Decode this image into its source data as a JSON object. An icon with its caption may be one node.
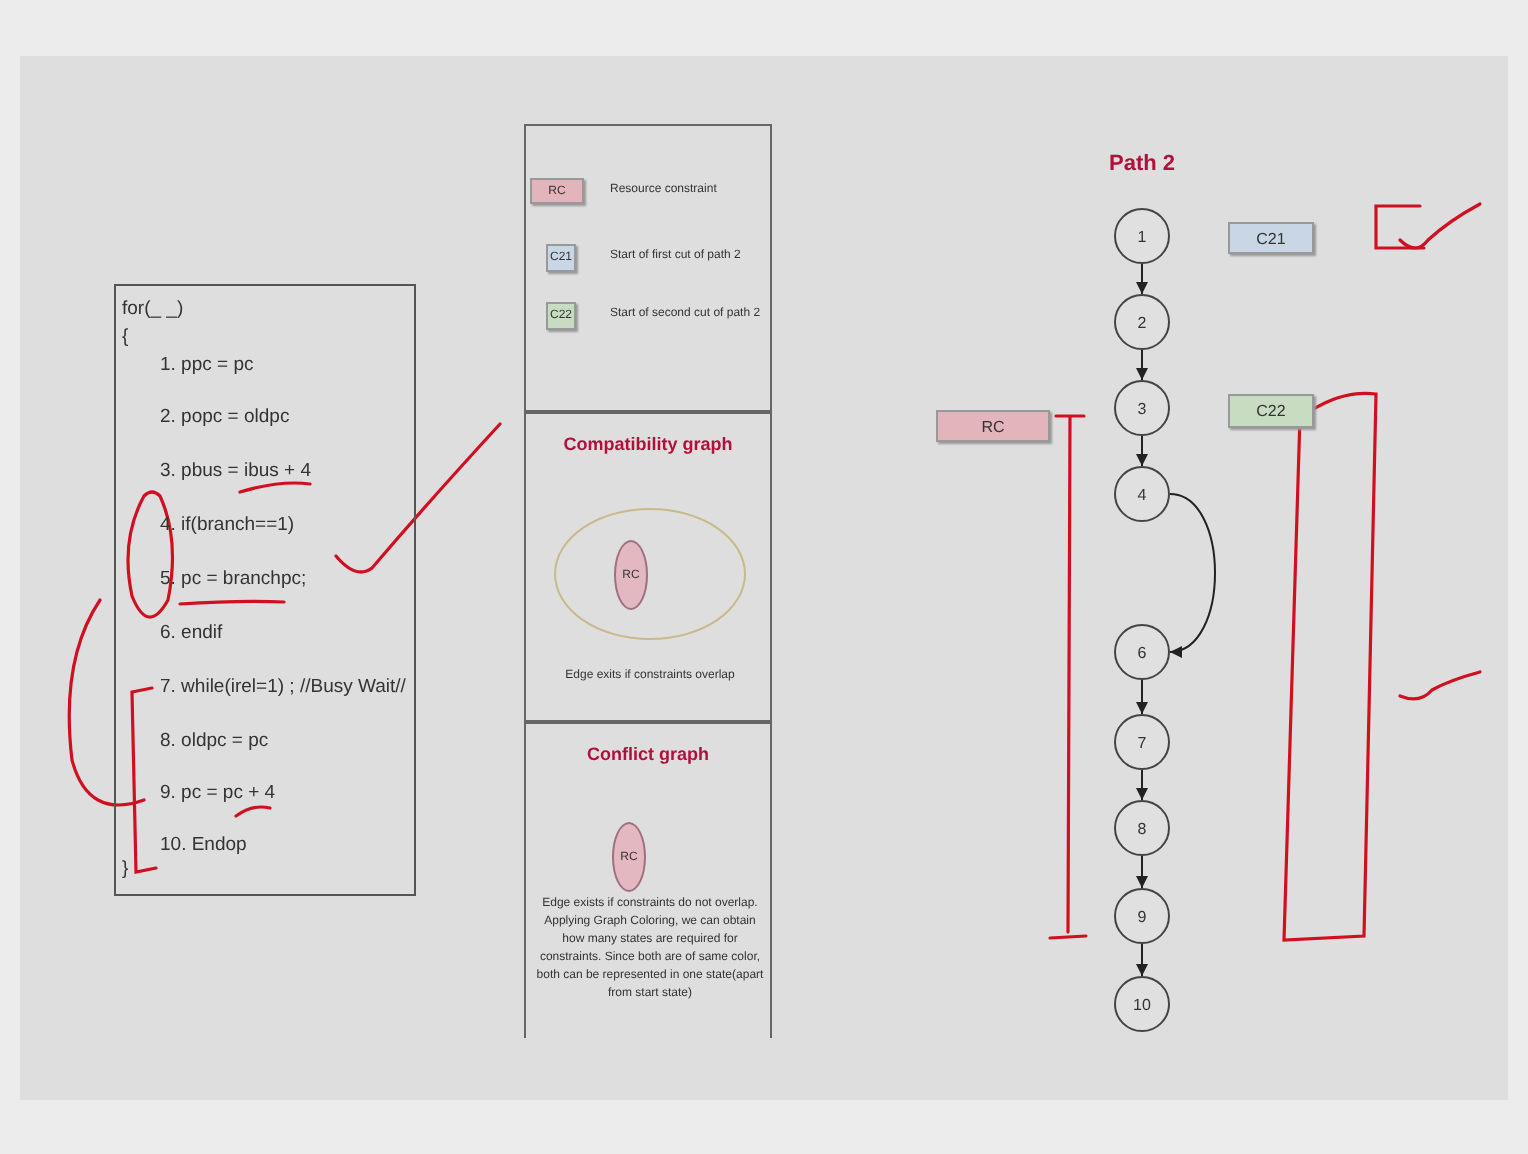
{
  "diagram": {
    "nodes": [
      {
        "text": [
          "for(_ _)",
          "{",
          "1. ppc = pc",
          "2. popc = oldpc",
          "3. pbus = ibus + 4",
          "4. if(branch==1)",
          "5. pc = branchpc;",
          "6. endif",
          "7. while(irel=1) ; //Busy Wait//",
          "8. oldpc = pc",
          "9. pc = pc + 4",
          "10. Endop",
          "}"
        ]
      },
      {
        "text": [],
        "shape": "box"
      },
      {
        "text": [
          "RC"
        ],
        "in": 1,
        "beside": [
          "Resource constraint"
        ]
      },
      {
        "text": [
          "C21"
        ],
        "in": 1,
        "beside": [
          "Start of first cut of path 2"
        ]
      },
      {
        "text": [
          "C22"
        ],
        "in": 1,
        "beside": [
          "Start of second cut of path 2"
        ]
      },
      {
        "text": [
          "Compatibility graph",
          "Edge exits if constraints overlap"
        ]
      },
      {
        "text": [],
        "shape": "circle",
        "in": 5
      },
      {
        "text": [
          "RC"
        ],
        "in": 6
      },
      {
        "text": [
          "Conflict graph",
          "Edge exists if constraints do not overlap. Applying Graph Coloring, we can obtain how many states are required for constraints. Since both are of same color, both can be represented in one state(apart from start state)"
        ]
      },
      {
        "text": [
          "RC"
        ],
        "in": 8
      },
      {
        "text": [
          "1"
        ]
      },
      {
        "text": [
          "2"
        ]
      },
      {
        "text": [
          "3"
        ]
      },
      {
        "text": [
          "4"
        ]
      },
      {
        "text": [
          "6"
        ]
      },
      {
        "text": [
          "7"
        ]
      },
      {
        "text": [
          "8"
        ]
      },
      {
        "text": [
          "9"
        ]
      },
      {
        "text": [
          "10"
        ]
      },
      {
        "text": [
          "RC"
        ]
      },
      {
        "text": [
          "C21"
        ]
      },
      {
        "text": [
          "C22"
        ]
      }
    ],
    "edges": [
      {
        "from": 10,
        "to": 11,
        "arrow": "to"
      },
      {
        "from": 11,
        "to": 12,
        "arrow": "to"
      },
      {
        "from": 12,
        "to": 13,
        "arrow": "to"
      },
      {
        "from": 13,
        "to": 14,
        "arrow": "to"
      },
      {
        "from": 14,
        "to": 15,
        "arrow": "to"
      },
      {
        "from": 15,
        "to": 16,
        "arrow": "to"
      },
      {
        "from": 16,
        "to": 17,
        "arrow": "to"
      },
      {
        "from": 17,
        "to": 18,
        "arrow": "to"
      }
    ],
    "labels": [
      "Path 2"
    ]
  }
}
